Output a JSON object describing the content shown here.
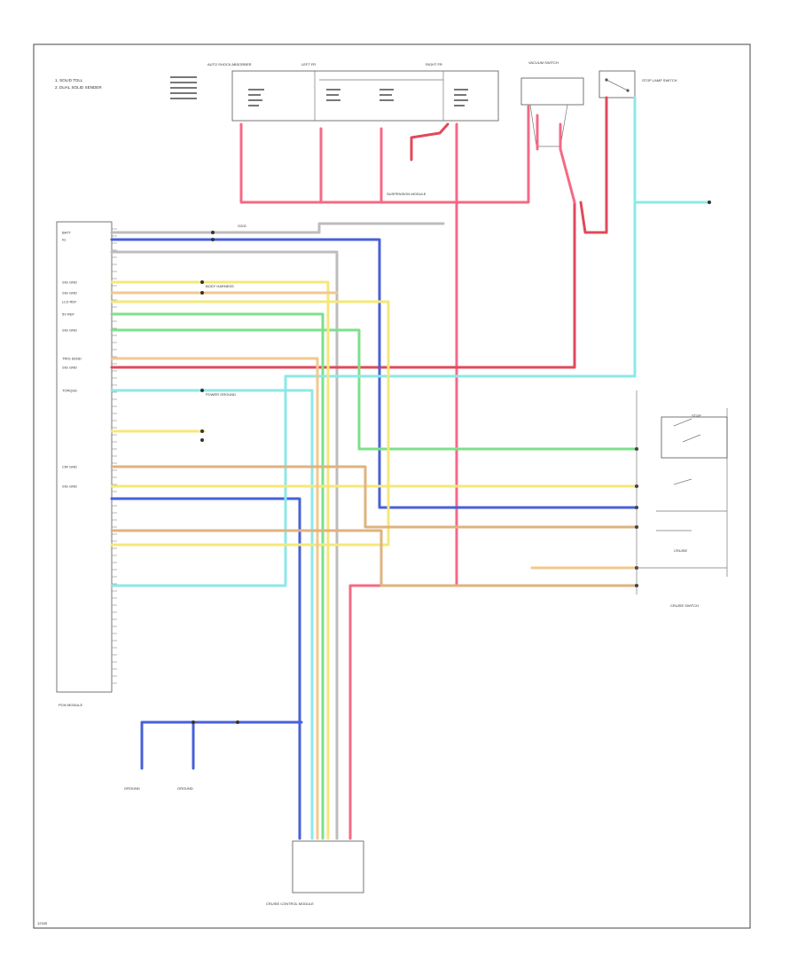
{
  "colors": {
    "red": "#f46a86",
    "blue": "#4860d8",
    "green": "#7ee08a",
    "cyan": "#8de8e8",
    "yellow": "#f5e77a",
    "orange": "#f2c88e",
    "tan": "#dfb37f",
    "gray": "#bdbdbd",
    "dark_red": "#e04a5a"
  },
  "legend": {
    "line1": "1. SOLID TOLL",
    "line2": "2. DUAL SOLID SENDER"
  },
  "top_connectors": [
    {
      "label": "AUTO SHOCK ABSORBER"
    },
    {
      "label": "LEFT FR"
    },
    {
      "label": "RIGHT FR"
    }
  ],
  "relay_top": {
    "label": "VACUUM SWITCH"
  },
  "relay_top_right": {
    "label": "STOP LAMP SWITCH"
  },
  "splice_label": "SUSPENSION MODULE",
  "left_module": {
    "title": "PCM MODULE",
    "pins": [
      "BATT",
      "IG",
      "SIG GND",
      "SIG GND",
      "LLD REF",
      "5V REF",
      "SIG GND",
      "TRIG SEND",
      "SIG GND",
      "TORQUE",
      "CIR GND",
      "SIG GND"
    ]
  },
  "body_harness": "BODY HARNESS",
  "power_ground": "POWER GROUND",
  "ground_node": "G202",
  "right_switch": {
    "label": "CRUISE SWITCH"
  },
  "right_labels": {
    "stop": "STOP",
    "cruise": "CRUISE"
  },
  "bottom_module": {
    "label": "CRUISE CONTROL MODULE"
  },
  "bottom_left_labels": [
    "GROUND",
    "GROUND"
  ],
  "footer_code": "12345"
}
